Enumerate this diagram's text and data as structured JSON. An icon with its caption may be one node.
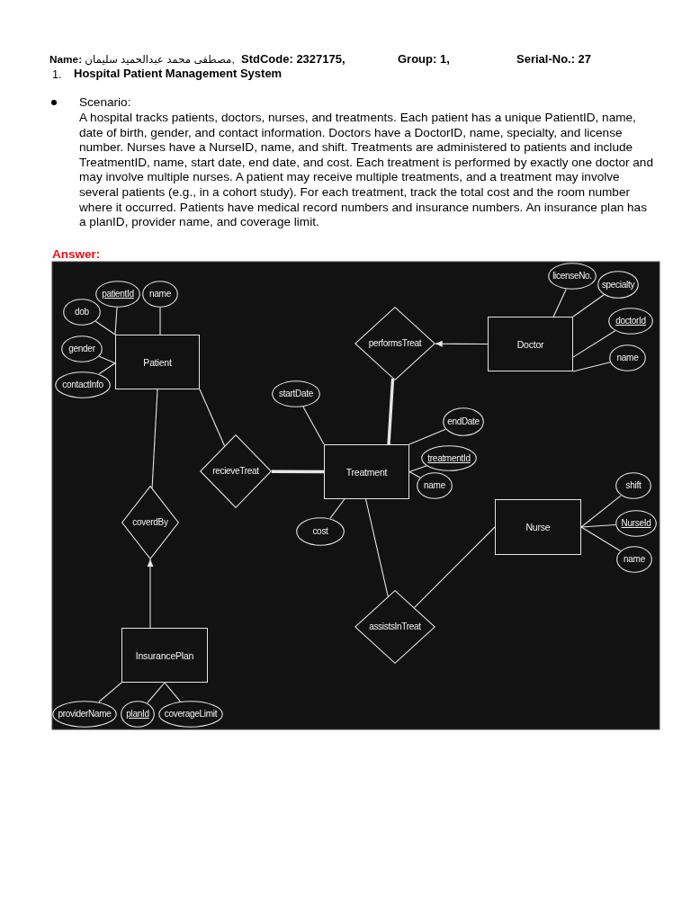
{
  "diagram": {
    "title": "Hospital Patient Management System",
    "nodes": [
      {
        "text": [
          "Patient"
        ]
      },
      {
        "text": [
          "patientId"
        ]
      },
      {
        "text": [
          "name"
        ]
      },
      {
        "text": [
          "dob"
        ]
      },
      {
        "text": [
          "gender"
        ]
      },
      {
        "text": [
          "contactInfo"
        ]
      },
      {
        "text": [
          "performsTreat"
        ]
      },
      {
        "text": [
          "Doctor"
        ]
      },
      {
        "text": [
          "licenseNo."
        ]
      },
      {
        "text": [
          "specialty"
        ]
      },
      {
        "text": [
          "doctorId"
        ]
      },
      {
        "text": [
          "name"
        ]
      },
      {
        "text": [
          "startDate"
        ]
      },
      {
        "text": [
          "recieveTreat"
        ]
      },
      {
        "text": [
          "Treatment"
        ]
      },
      {
        "text": [
          "endDate"
        ]
      },
      {
        "text": [
          "treatmentId"
        ]
      },
      {
        "text": [
          "name"
        ]
      },
      {
        "text": [
          "cost"
        ]
      },
      {
        "text": [
          "coverdBy"
        ]
      },
      {
        "text": [
          "Nurse"
        ]
      },
      {
        "text": [
          "shift"
        ]
      },
      {
        "text": [
          "NurseId"
        ]
      },
      {
        "text": [
          "name"
        ]
      },
      {
        "text": [
          "assistsInTreat"
        ]
      },
      {
        "text": [
          "InsurancePlan"
        ]
      },
      {
        "text": [
          "providerName"
        ]
      },
      {
        "text": [
          "planId"
        ]
      },
      {
        "text": [
          "coverageLimit"
        ]
      }
    ],
    "edges": [
      {
        "from": 1,
        "to": 0,
        "arrow": "none"
      },
      {
        "from": 2,
        "to": 0,
        "arrow": "none"
      },
      {
        "from": 3,
        "to": 0,
        "arrow": "none"
      },
      {
        "from": 4,
        "to": 0,
        "arrow": "none"
      },
      {
        "from": 5,
        "to": 0,
        "arrow": "none"
      },
      {
        "from": 8,
        "to": 7,
        "arrow": "none"
      },
      {
        "from": 9,
        "to": 7,
        "arrow": "none"
      },
      {
        "from": 10,
        "to": 7,
        "arrow": "none"
      },
      {
        "from": 11,
        "to": 7,
        "arrow": "none"
      },
      {
        "from": 7,
        "to": 6,
        "arrow": "to"
      },
      {
        "from": 6,
        "to": 14,
        "arrow": "none",
        "style": "thick"
      },
      {
        "from": 0,
        "to": 13,
        "arrow": "none"
      },
      {
        "from": 13,
        "to": 14,
        "arrow": "none",
        "style": "thick"
      },
      {
        "from": 12,
        "to": 14,
        "arrow": "none"
      },
      {
        "from": 15,
        "to": 14,
        "arrow": "none"
      },
      {
        "from": 16,
        "to": 14,
        "arrow": "none"
      },
      {
        "from": 17,
        "to": 14,
        "arrow": "none"
      },
      {
        "from": 18,
        "to": 14,
        "arrow": "none"
      },
      {
        "from": 0,
        "to": 19,
        "arrow": "none"
      },
      {
        "from": 25,
        "to": 19,
        "arrow": "to"
      },
      {
        "from": 14,
        "to": 24,
        "arrow": "none"
      },
      {
        "from": 20,
        "to": 24,
        "arrow": "none"
      },
      {
        "from": 21,
        "to": 20,
        "arrow": "none"
      },
      {
        "from": 22,
        "to": 20,
        "arrow": "none"
      },
      {
        "from": 23,
        "to": 20,
        "arrow": "none"
      },
      {
        "from": 26,
        "to": 25,
        "arrow": "none"
      },
      {
        "from": 27,
        "to": 25,
        "arrow": "none"
      },
      {
        "from": 28,
        "to": 25,
        "arrow": "none"
      }
    ],
    "labels": [
      "**Name:** مصطفى محمد عبدالحميد سليمان,",
      "StdCode: 2327175,",
      "Group: 1,",
      "Serial-No.: 27",
      "1.",
      "Scenario:",
      "A hospital tracks patients, doctors, nurses, and treatments. Each patient has a unique PatientID, name, date of birth, gender, and contact information. Doctors have a DoctorID, name, specialty, and license number. Nurses have a NurseID, name, and shift. Treatments are administered to patients and include TreatmentID, name, start date, end date, and cost. Each treatment is performed by exactly one doctor and may involve multiple nurses. A patient may receive multiple treatments, and a treatment may involve several patients (e.g., in a cohort study). For each treatment, track the total cost and the room number where it occurred. Patients have medical record numbers and insurance numbers. An insurance plan has a planID, provider name, and coverage limit.",
      "Answer:"
    ]
  }
}
